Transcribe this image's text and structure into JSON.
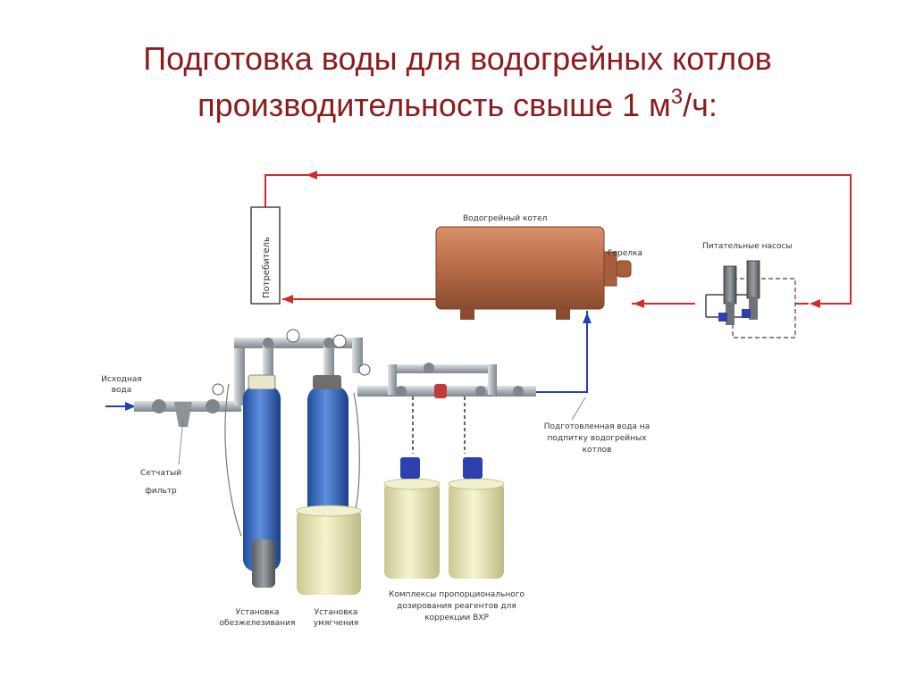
{
  "slide": {
    "title_line1": "Подготовка воды для водогрейных котлов",
    "title_line2_prefix": "производительность свыше 1 м",
    "title_line2_sup": "3",
    "title_line2_suffix": "/ч:"
  },
  "labels": {
    "consumer": "Потребитель",
    "boiler": "Водогрейный котел",
    "burner": "Горелка",
    "feed_pumps": "Питательные насосы",
    "source_water_1": "Исходная",
    "source_water_2": "вода",
    "mesh_filter_1": "Сетчатый",
    "mesh_filter_2": "фильтр",
    "prepared_water_1": "Подготовленная вода на",
    "prepared_water_2": "подпитку водогрейных",
    "prepared_water_3": "котлов",
    "iron_removal_1": "Установка",
    "iron_removal_2": "обезжелезивания",
    "softening_1": "Установка",
    "softening_2": "умягчения",
    "dosing_1": "Комплексы пропорционального",
    "dosing_2": "дозирования реагентов для",
    "dosing_3": "коррекции ВХР"
  },
  "colors": {
    "title": "#8b1c1c",
    "hot_line": "#d42a2a",
    "cold_line": "#1f3fbf",
    "boiler": "#b86b47",
    "tank_blue": "#3d6bc4",
    "tank_cream": "#ecebb9"
  },
  "icons": {
    "pipes": "pipe-network",
    "valves": "valve-icon",
    "gauges": "pressure-gauge-icon"
  }
}
